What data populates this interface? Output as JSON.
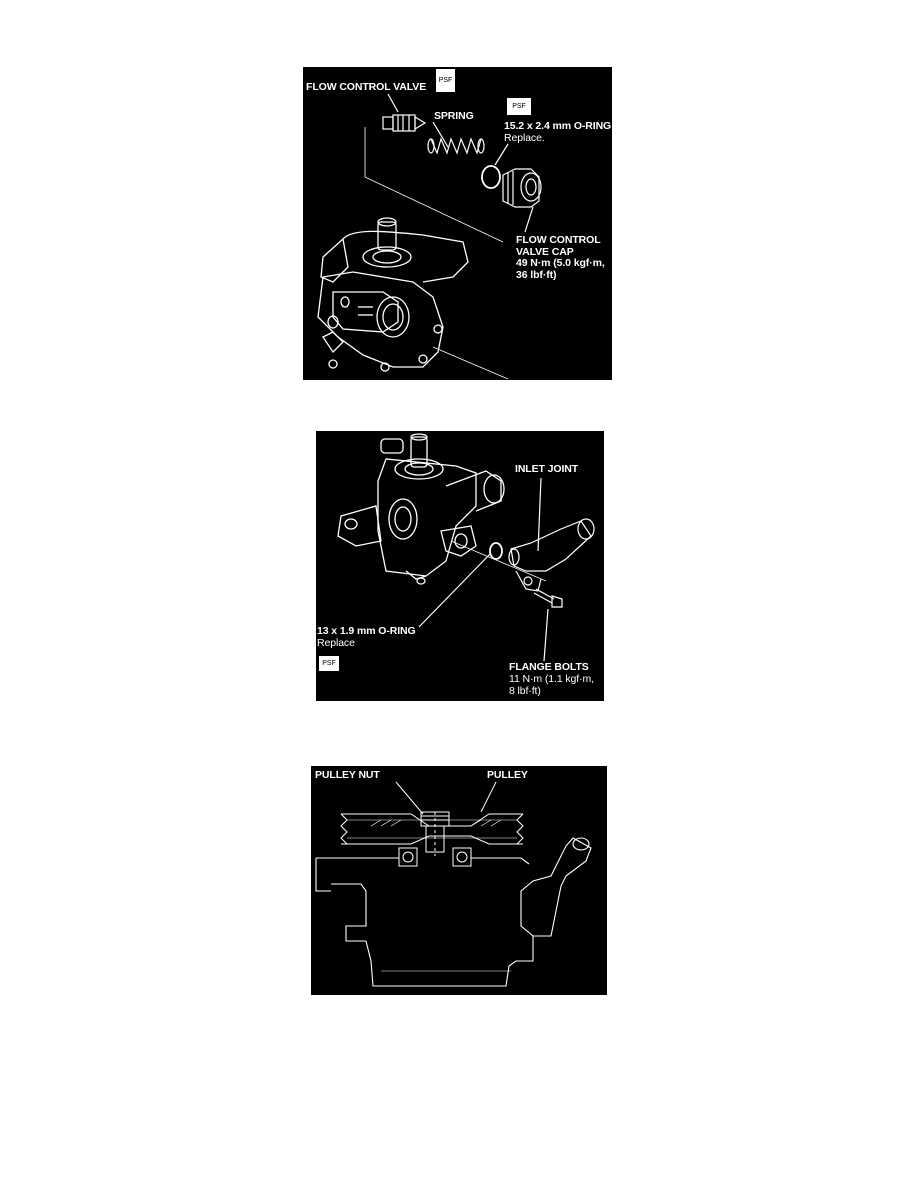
{
  "figure1": {
    "flow_control_valve": "FLOW CONTROL VALVE",
    "spring": "SPRING",
    "oring_size": "15.2 x 2.4 mm O-RING",
    "oring_note": "Replace.",
    "cap_name": "FLOW CONTROL\nVALVE CAP",
    "cap_torque": "49 N·m (5.0 kgf·m,\n36 lbf·ft)",
    "psf_tag_1": "PSF",
    "psf_tag_2": "PSF"
  },
  "figure2": {
    "inlet_joint": "INLET JOINT",
    "oring_size": "13 x 1.9 mm O-RING",
    "oring_note": "Replace",
    "flange_bolts": "FLANGE BOLTS",
    "bolt_torque": "11 N·m (1.1 kgf·m,\n8 lbf·ft)",
    "psf_tag": "PSF"
  },
  "figure3": {
    "pulley_nut": "PULLEY NUT",
    "pulley": "PULLEY"
  }
}
